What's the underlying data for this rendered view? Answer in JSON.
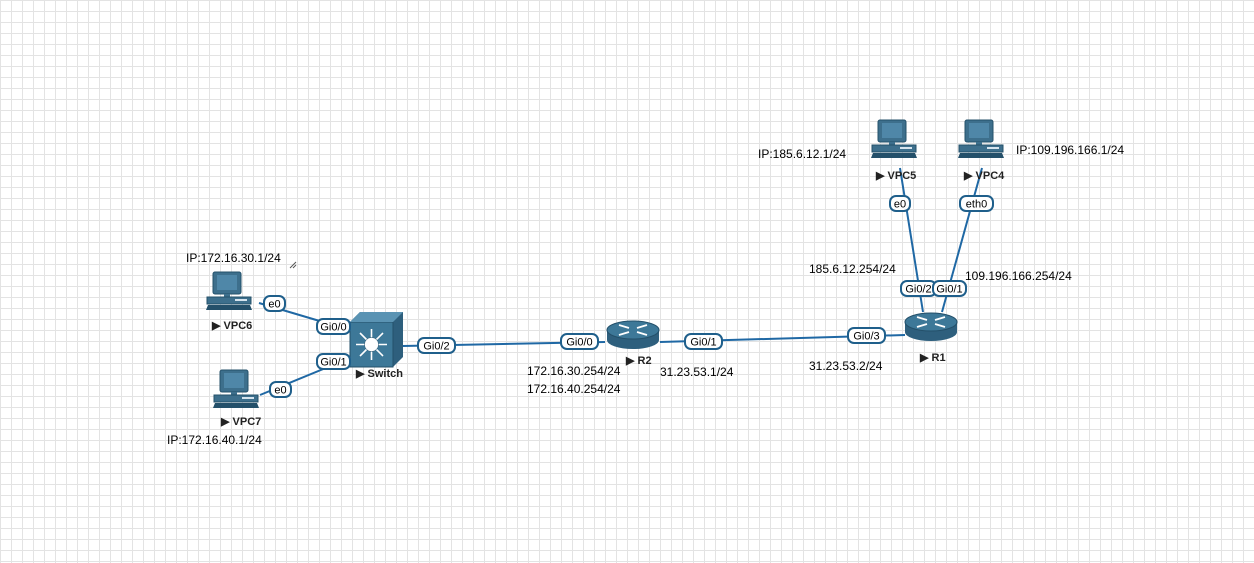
{
  "devices": {
    "vpc6": "VPC6",
    "vpc7": "VPC7",
    "vpc5": "VPC5",
    "vpc4": "VPC4",
    "switch": "Switch",
    "r2": "R2",
    "r1": "R1"
  },
  "ports": {
    "vpc6_e0": "e0",
    "vpc7_e0": "e0",
    "switch_gi00": "Gi0/0",
    "switch_gi01": "Gi0/1",
    "switch_gi02": "Gi0/2",
    "r2_gi00": "Gi0/0",
    "r2_gi01": "Gi0/1",
    "r1_gi03": "Gi0/3",
    "r1_gi02": "Gi0/2",
    "r1_gi01": "Gi0/1",
    "vpc5_e0": "e0",
    "vpc4_eth0": "eth0"
  },
  "annotations": {
    "vpc6_ip": "IP:172.16.30.1/24",
    "vpc7_ip": "IP:172.16.40.1/24",
    "vpc5_ip": "IP:185.6.12.1/24",
    "vpc4_ip": "IP:109.196.166.1/24",
    "r2_lan1": "172.16.30.254/24",
    "r2_lan2": "172.16.40.254/24",
    "r2_wan": "31.23.53.1/24",
    "r1_wan": "31.23.53.2/24",
    "r1_gi02_ip": "185.6.12.254/24",
    "r1_gi01_ip": "109.196.166.254/24"
  },
  "colors": {
    "link": "#1f68a4",
    "device": "#3d6f8c",
    "device_dark": "#24506a",
    "grid": "#e3e3e3"
  },
  "icons": {
    "pc": "pc-icon",
    "switch": "layer3-switch-icon",
    "router": "router-icon"
  }
}
